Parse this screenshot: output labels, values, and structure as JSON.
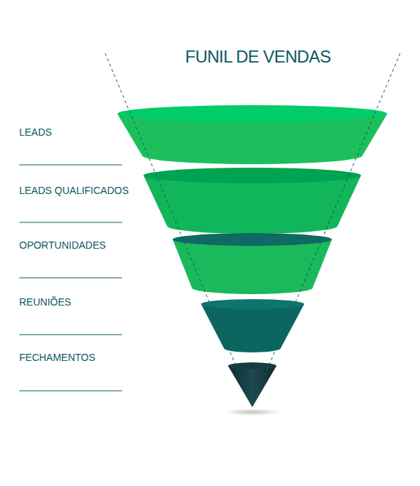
{
  "diagram": {
    "title": "FUNIL DE VENDAS",
    "labels": [
      "LEADS",
      "LEADS QUALIFICADOS",
      "OPORTUNIDADES",
      "REUNIÕES",
      "FECHAMENTOS"
    ]
  }
}
